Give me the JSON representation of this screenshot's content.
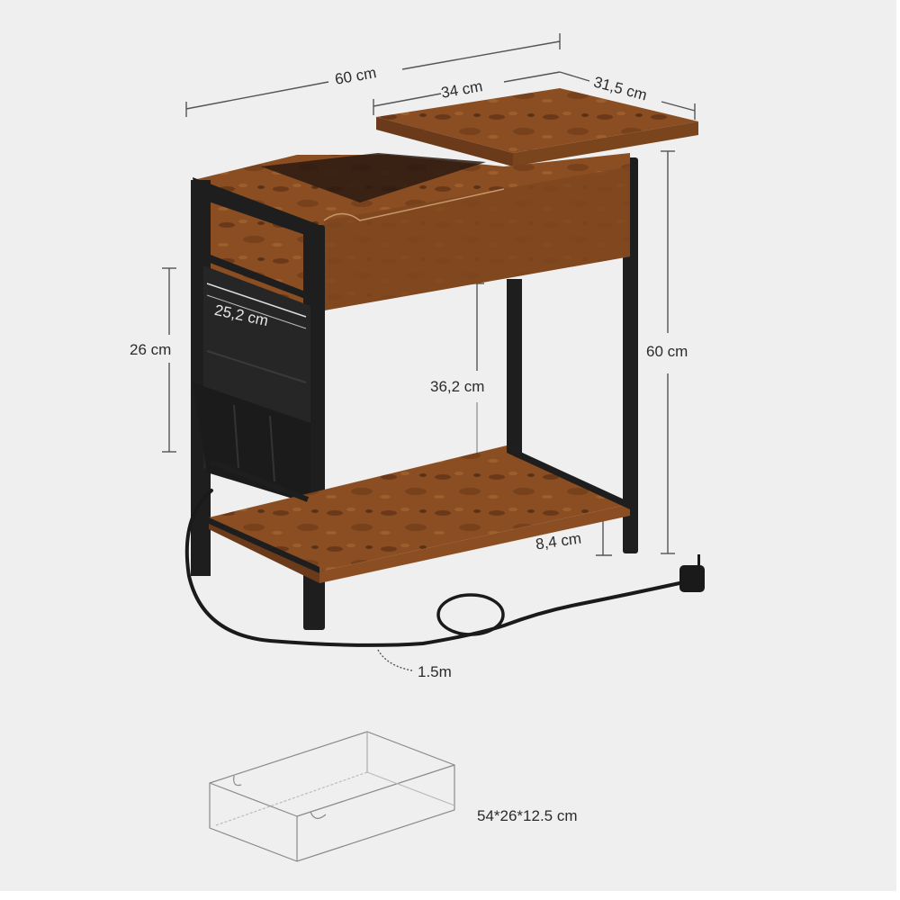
{
  "diagram": {
    "subject": "Side table with flip-top, drawer, side fabric pocket and power cable",
    "colors": {
      "background": "#efefef",
      "wood": "#8a4e22",
      "wood_dark": "#5a2f14",
      "metal_frame": "#1e1e1e",
      "dimension_line": "#555555",
      "label_text": "#2b2b2b"
    },
    "dimensions": {
      "total_width": "60 cm",
      "top_width": "34 cm",
      "depth": "31,5 cm",
      "total_height": "60 cm",
      "pocket_height": "26 cm",
      "pocket_width": "25,2 cm",
      "shelf_clearance": "36,2 cm",
      "ground_clearance": "8,4 cm",
      "cable_length": "1.5m"
    },
    "drawer": {
      "label": "54*26*12.5 cm"
    }
  }
}
